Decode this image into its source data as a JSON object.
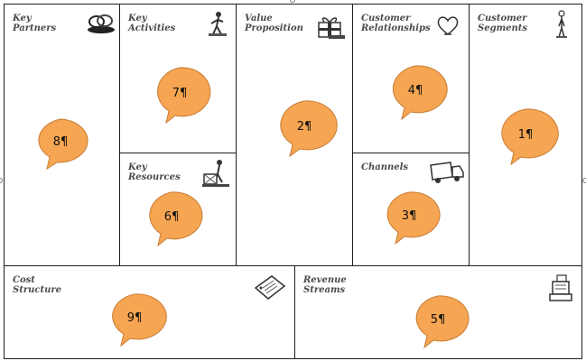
{
  "canvas": {
    "blocks": [
      {
        "id": "key-partners",
        "label": "Key\nPartners",
        "bubble": "8¶"
      },
      {
        "id": "key-activities",
        "label": "Key\nActivities",
        "bubble": "7¶"
      },
      {
        "id": "key-resources",
        "label": "Key\nResources",
        "bubble": "6¶"
      },
      {
        "id": "value-proposition",
        "label": "Value\nProposition",
        "bubble": "2¶"
      },
      {
        "id": "customer-relationships",
        "label": "Customer\nRelationships",
        "bubble": "4¶"
      },
      {
        "id": "channels",
        "label": "Channels",
        "bubble": "3¶"
      },
      {
        "id": "customer-segments",
        "label": "Customer\nSegments",
        "bubble": "1¶"
      },
      {
        "id": "cost-structure",
        "label": "Cost\nStructure",
        "bubble": "9¶"
      },
      {
        "id": "revenue-streams",
        "label": "Revenue\nStreams",
        "bubble": "5¶"
      }
    ]
  },
  "colors": {
    "bubble_fill": "#f6a552",
    "bubble_stroke": "#c77c35",
    "border": "#1e1e1e",
    "label_text": "#4a4a4a"
  },
  "icons": {
    "key-partners": "linked-rings-icon",
    "key-activities": "worker-icon",
    "key-resources": "worker-with-crate-icon",
    "value-proposition": "gift-box-icon",
    "customer-relationships": "heart-icon",
    "channels": "delivery-truck-icon",
    "customer-segments": "person-icon",
    "cost-structure": "price-tag-icon",
    "revenue-streams": "cash-register-icon"
  }
}
